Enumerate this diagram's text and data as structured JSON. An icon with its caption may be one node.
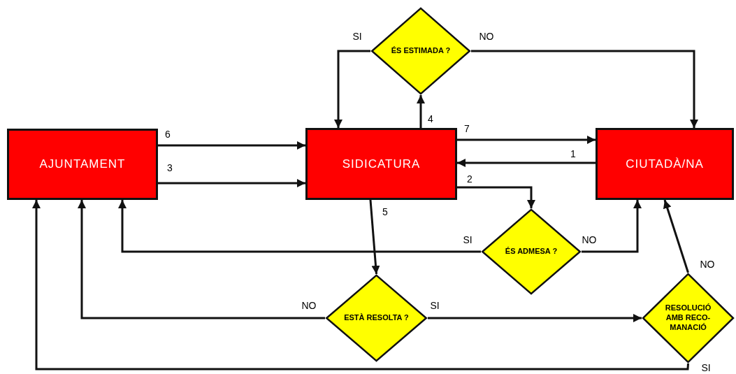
{
  "diagram": {
    "nodes": [
      {
        "text": [
          "AJUNTAMENT"
        ]
      },
      {
        "text": [
          "SIDICATURA"
        ]
      },
      {
        "text": [
          "CIUTADÀ/NA"
        ]
      },
      {
        "text": [
          "ÉS ESTIMADA ?"
        ]
      },
      {
        "text": [
          "ÉS ADMESA ?"
        ]
      },
      {
        "text": [
          "ESTÀ RESOLTA ?"
        ]
      },
      {
        "text": [
          "RESOLUCIÓ AMB RECO- MANACIÓ"
        ]
      }
    ],
    "edges": [
      {
        "from": 0,
        "to": 1,
        "arrow": "to",
        "label": "6"
      },
      {
        "from": 0,
        "to": 1,
        "arrow": "to",
        "label": "3"
      },
      {
        "from": 1,
        "to": 2,
        "arrow": "to",
        "label": "7"
      },
      {
        "from": 2,
        "to": 1,
        "arrow": "to",
        "label": "1"
      },
      {
        "from": 1,
        "to": 4,
        "arrow": "to",
        "label": "2"
      },
      {
        "from": 1,
        "to": 3,
        "arrow": "to",
        "label": "4"
      },
      {
        "from": 3,
        "to": 1,
        "arrow": "to",
        "label": "SI"
      },
      {
        "from": 3,
        "to": 2,
        "arrow": "to",
        "label": "NO"
      },
      {
        "from": 4,
        "to": 0,
        "arrow": "to",
        "label": "SI"
      },
      {
        "from": 4,
        "to": 2,
        "arrow": "to",
        "label": "NO"
      },
      {
        "from": 1,
        "to": 5,
        "arrow": "to",
        "label": "5"
      },
      {
        "from": 5,
        "to": 0,
        "arrow": "to",
        "label": "NO"
      },
      {
        "from": 5,
        "to": 6,
        "arrow": "to",
        "label": "SI"
      },
      {
        "from": 6,
        "to": 2,
        "arrow": "to",
        "label": "NO"
      },
      {
        "from": 6,
        "to": 0,
        "arrow": "to",
        "label": "SI"
      }
    ]
  }
}
